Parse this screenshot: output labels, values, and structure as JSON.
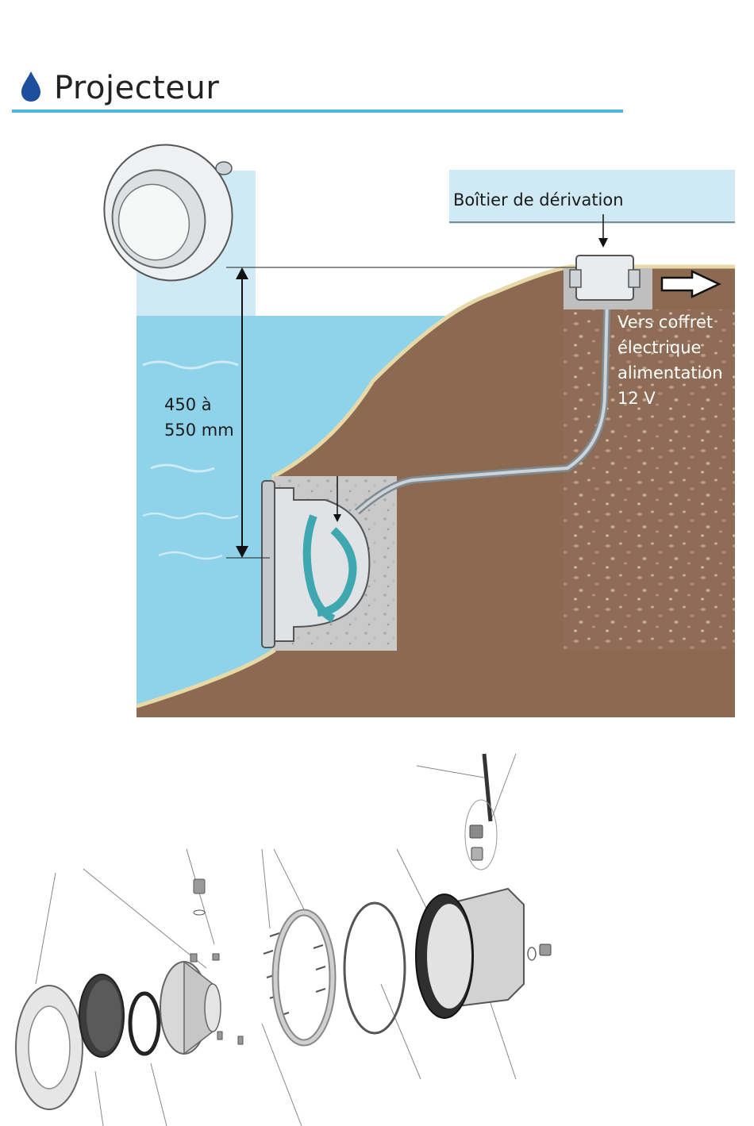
{
  "header": {
    "title": "Projecteur"
  },
  "installation": {
    "junction_box_label": "Boîtier de dérivation",
    "depth_label_line1": "450 à",
    "depth_label_line2": "550 mm",
    "supply_line1": "Vers coffret",
    "supply_line2": "électrique",
    "supply_line3": "alimentation",
    "supply_line4": "12 V"
  },
  "colors": {
    "accent": "#4db8d8",
    "water": "#8fd3ea",
    "earth": "#8c6a52",
    "gravel": "#9a7660",
    "concrete": "#c8c8c8",
    "cable": "#3fa7b0"
  },
  "icons": [
    "water-drop-icon",
    "arrow-right-icon",
    "arrow-down-icon"
  ]
}
